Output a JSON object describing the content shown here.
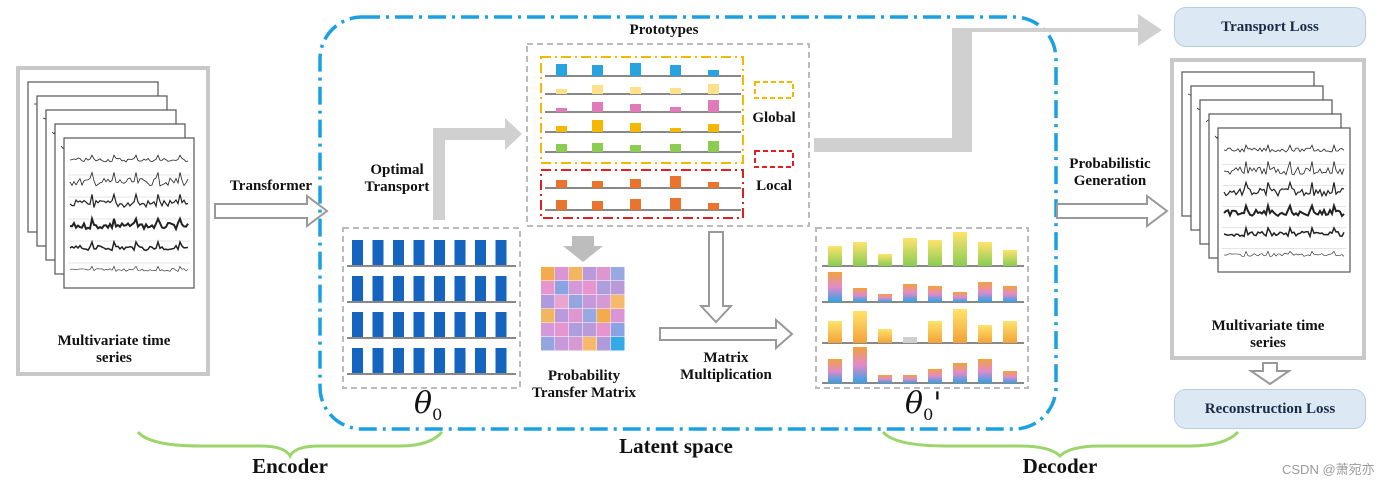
{
  "labels": {
    "prototypes": "Prototypes",
    "global": "Global",
    "local": "Local",
    "optimal_transport": "Optimal\nTransport",
    "transformer": "Transformer",
    "probabilistic_generation": "Probabilistic\nGeneration",
    "matrix_multiplication": "Matrix\nMultiplication",
    "probability_transfer_matrix": "Probability\nTransfer Matrix",
    "multivariate_time_series_left": "Multivariate time\nseries",
    "multivariate_time_series_right": "Multivariate time\nseries",
    "latent_space": "Latent space",
    "encoder": "Encoder",
    "decoder": "Decoder",
    "transport_loss": "Transport Loss",
    "reconstruction_loss": "Reconstruction Loss",
    "theta0": "θ",
    "theta0_sub": "0",
    "theta0p_sub": "0",
    "theta0p_prime": "'",
    "watermark": "CSDN @萧宛亦"
  },
  "colors": {
    "latent_border": "#1ba1e2",
    "global_border": "#f5b800",
    "local_border": "#e02020",
    "bracket_green": "#9bd56b",
    "arrow_gray": "#cccccc",
    "pill_bg": "#dce9f5",
    "bar_blue": "#1565c0",
    "proto_blue": "#29a3e0",
    "proto_yellow": "#ffe08a",
    "proto_pink": "#e07ab8",
    "proto_gold": "#f5b800",
    "proto_green": "#8ccc50",
    "proto_orange": "#e8742e"
  }
}
